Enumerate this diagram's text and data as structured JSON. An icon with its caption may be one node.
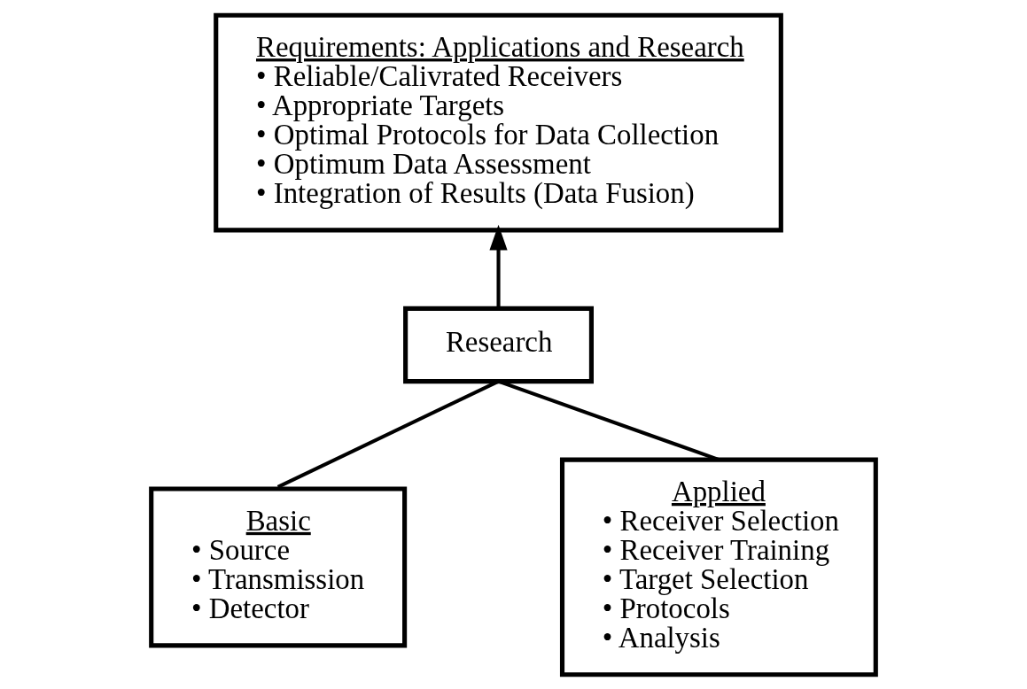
{
  "diagram": {
    "nodes": [
      {
        "text": [
          "Requirements: Applications and Research",
          "• Reliable/Calivrated Receivers",
          "• Appropriate Targets",
          "• Optimal Protocols for Data Collection",
          "• Optimum Data Assessment",
          "• Integration of Results (Data Fusion)"
        ]
      },
      {
        "text": [
          "Research"
        ]
      },
      {
        "text": [
          "Basic",
          "• Source",
          "• Transmission",
          "• Detector"
        ]
      },
      {
        "text": [
          "Applied",
          "• Receiver Selection",
          "• Receiver Training",
          "• Target Selection",
          "• Protocols",
          "• Analysis"
        ]
      }
    ],
    "edges": [
      {
        "from": 1,
        "to": 0,
        "arrow": "to"
      },
      {
        "from": 1,
        "to": 2,
        "arrow": "none"
      },
      {
        "from": 1,
        "to": 3,
        "arrow": "none"
      }
    ]
  }
}
